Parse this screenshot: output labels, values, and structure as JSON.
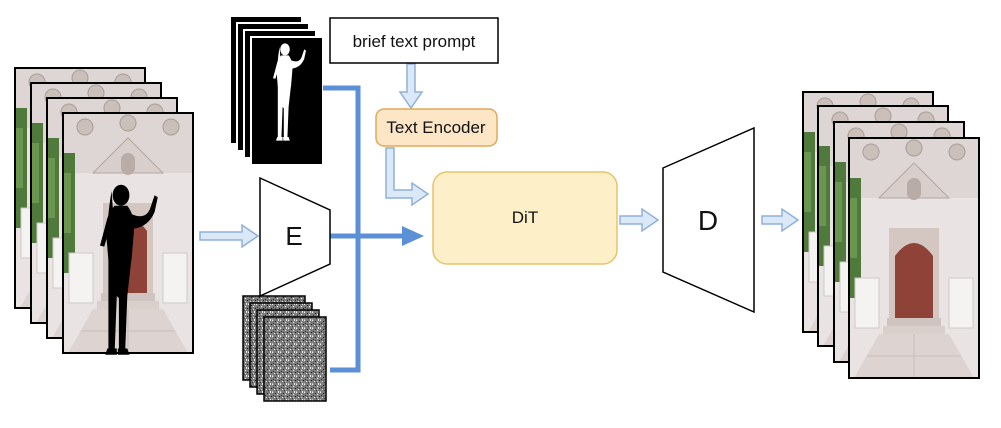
{
  "prompt": {
    "text": "brief text prompt"
  },
  "text_encoder": {
    "label": "Text Encoder"
  },
  "encoder": {
    "label": "E"
  },
  "dit": {
    "label": "DiT"
  },
  "decoder": {
    "label": "D"
  },
  "colors": {
    "flow_blue": "#5b8fd6",
    "arrow_fill": "#dbe8f8",
    "arrow_stroke": "#8fb0d9",
    "encoder_fill": "#fde6c6",
    "encoder_stroke": "#e0a85a",
    "dit_fill": "#fdf0c8",
    "dit_stroke": "#e5c46a",
    "door_red": "#8e4238",
    "silhouette": "#000000"
  },
  "icons": {
    "input_frames": "masked-video-frames",
    "mask_frames": "mask-frames",
    "noise_frames": "noise-frames",
    "output_frames": "output-video-frames"
  }
}
